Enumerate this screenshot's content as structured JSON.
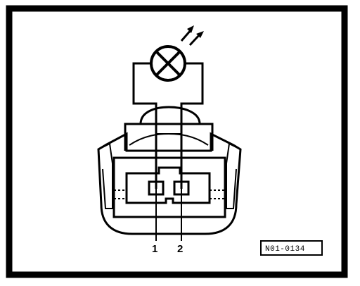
{
  "figure": {
    "pin_labels": [
      "1",
      "2"
    ],
    "reference_code": "N01-0134"
  },
  "colors": {
    "ink": "#000000",
    "paper": "#ffffff"
  },
  "icons": {
    "lamp": "lamp-icon",
    "light_rays": "light-rays-icon"
  }
}
